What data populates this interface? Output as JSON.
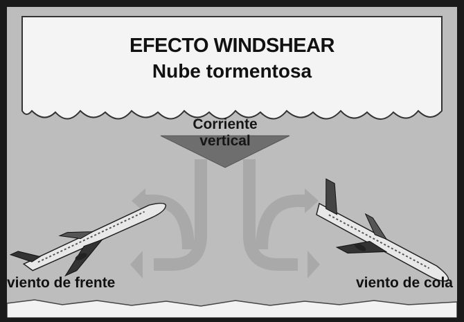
{
  "diagram": {
    "title": "EFECTO WINDSHEAR",
    "subtitle": "Nube tormentosa",
    "downdraft_label_line1": "Corriente",
    "downdraft_label_line2": "vertical",
    "left_label": "viento de frente",
    "right_label": "viento de cola"
  },
  "colors": {
    "frame": "#1a1a1a",
    "sky": "#bdbdbd",
    "cloud": "#f4f4f4",
    "downdraft_arrow": "#6e6e6e",
    "swirl_arrows": "#a9a9a9",
    "ground": "#f2f2f2",
    "text": "#111111"
  },
  "icons": [
    "storm-cloud-icon",
    "downdraft-arrow-icon",
    "left-swirl-arrow-icon",
    "right-swirl-arrow-icon",
    "climbing-airplane-icon",
    "descending-airplane-icon"
  ]
}
